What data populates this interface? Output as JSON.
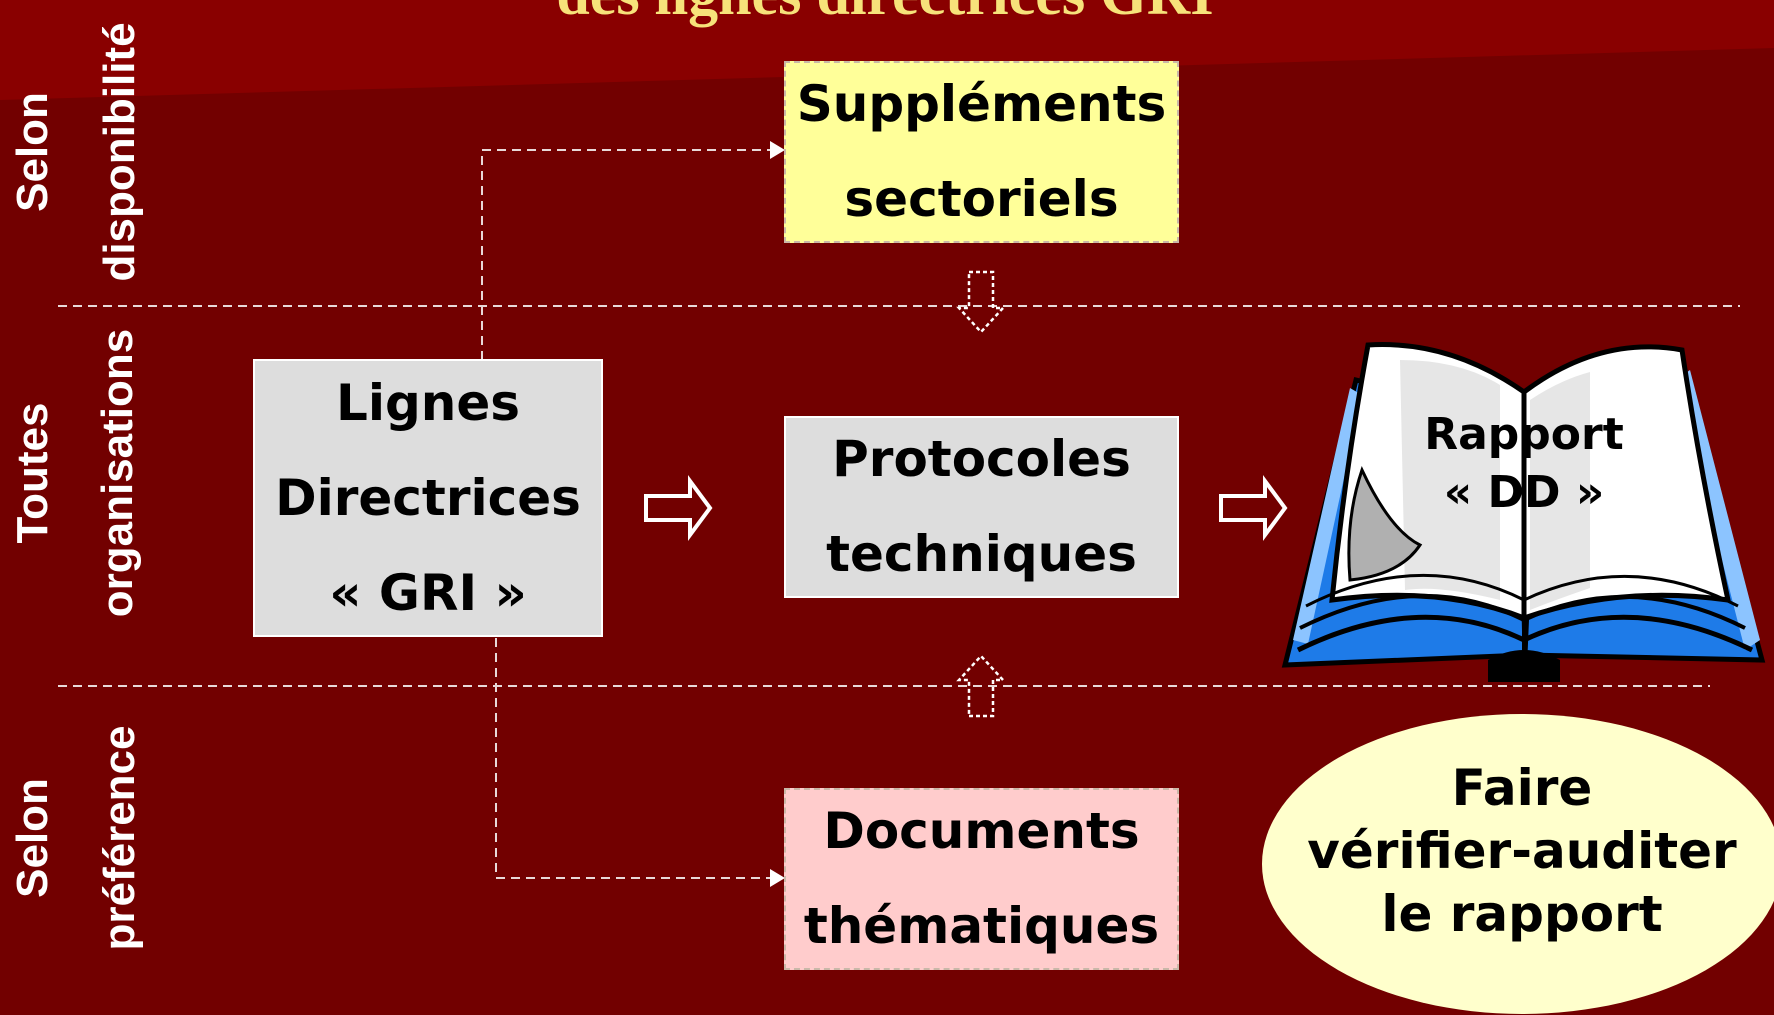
{
  "title": "des lignes directrices GRI",
  "rows": [
    {
      "label1": "Selon",
      "label2": "disponibilité"
    },
    {
      "label1": "Toutes",
      "label2": "organisations"
    },
    {
      "label1": "Selon",
      "label2": "préférence"
    }
  ],
  "boxes": {
    "supplements": {
      "line1": "Suppléments",
      "line2": "sectoriels"
    },
    "lignes": {
      "line1": "Lignes",
      "line2": "Directrices",
      "line3": "« GRI »"
    },
    "protocoles": {
      "line1": "Protocoles",
      "line2": "techniques"
    },
    "documents": {
      "line1": "Documents",
      "line2": "thématiques"
    }
  },
  "report": {
    "line1": "Rapport",
    "line2": "« DD »"
  },
  "verify": {
    "line1": "Faire",
    "line2": "vérifier-auditer",
    "line3": "le rapport"
  },
  "colors": {
    "background": "#720000",
    "title": "#f7e27a",
    "supplements_fill": "#ffff99",
    "protocol_fill": "#dddddd",
    "documents_fill": "#ffcccc",
    "ellipse_fill": "#ffffcc",
    "book_blue": "#1e7be8"
  }
}
